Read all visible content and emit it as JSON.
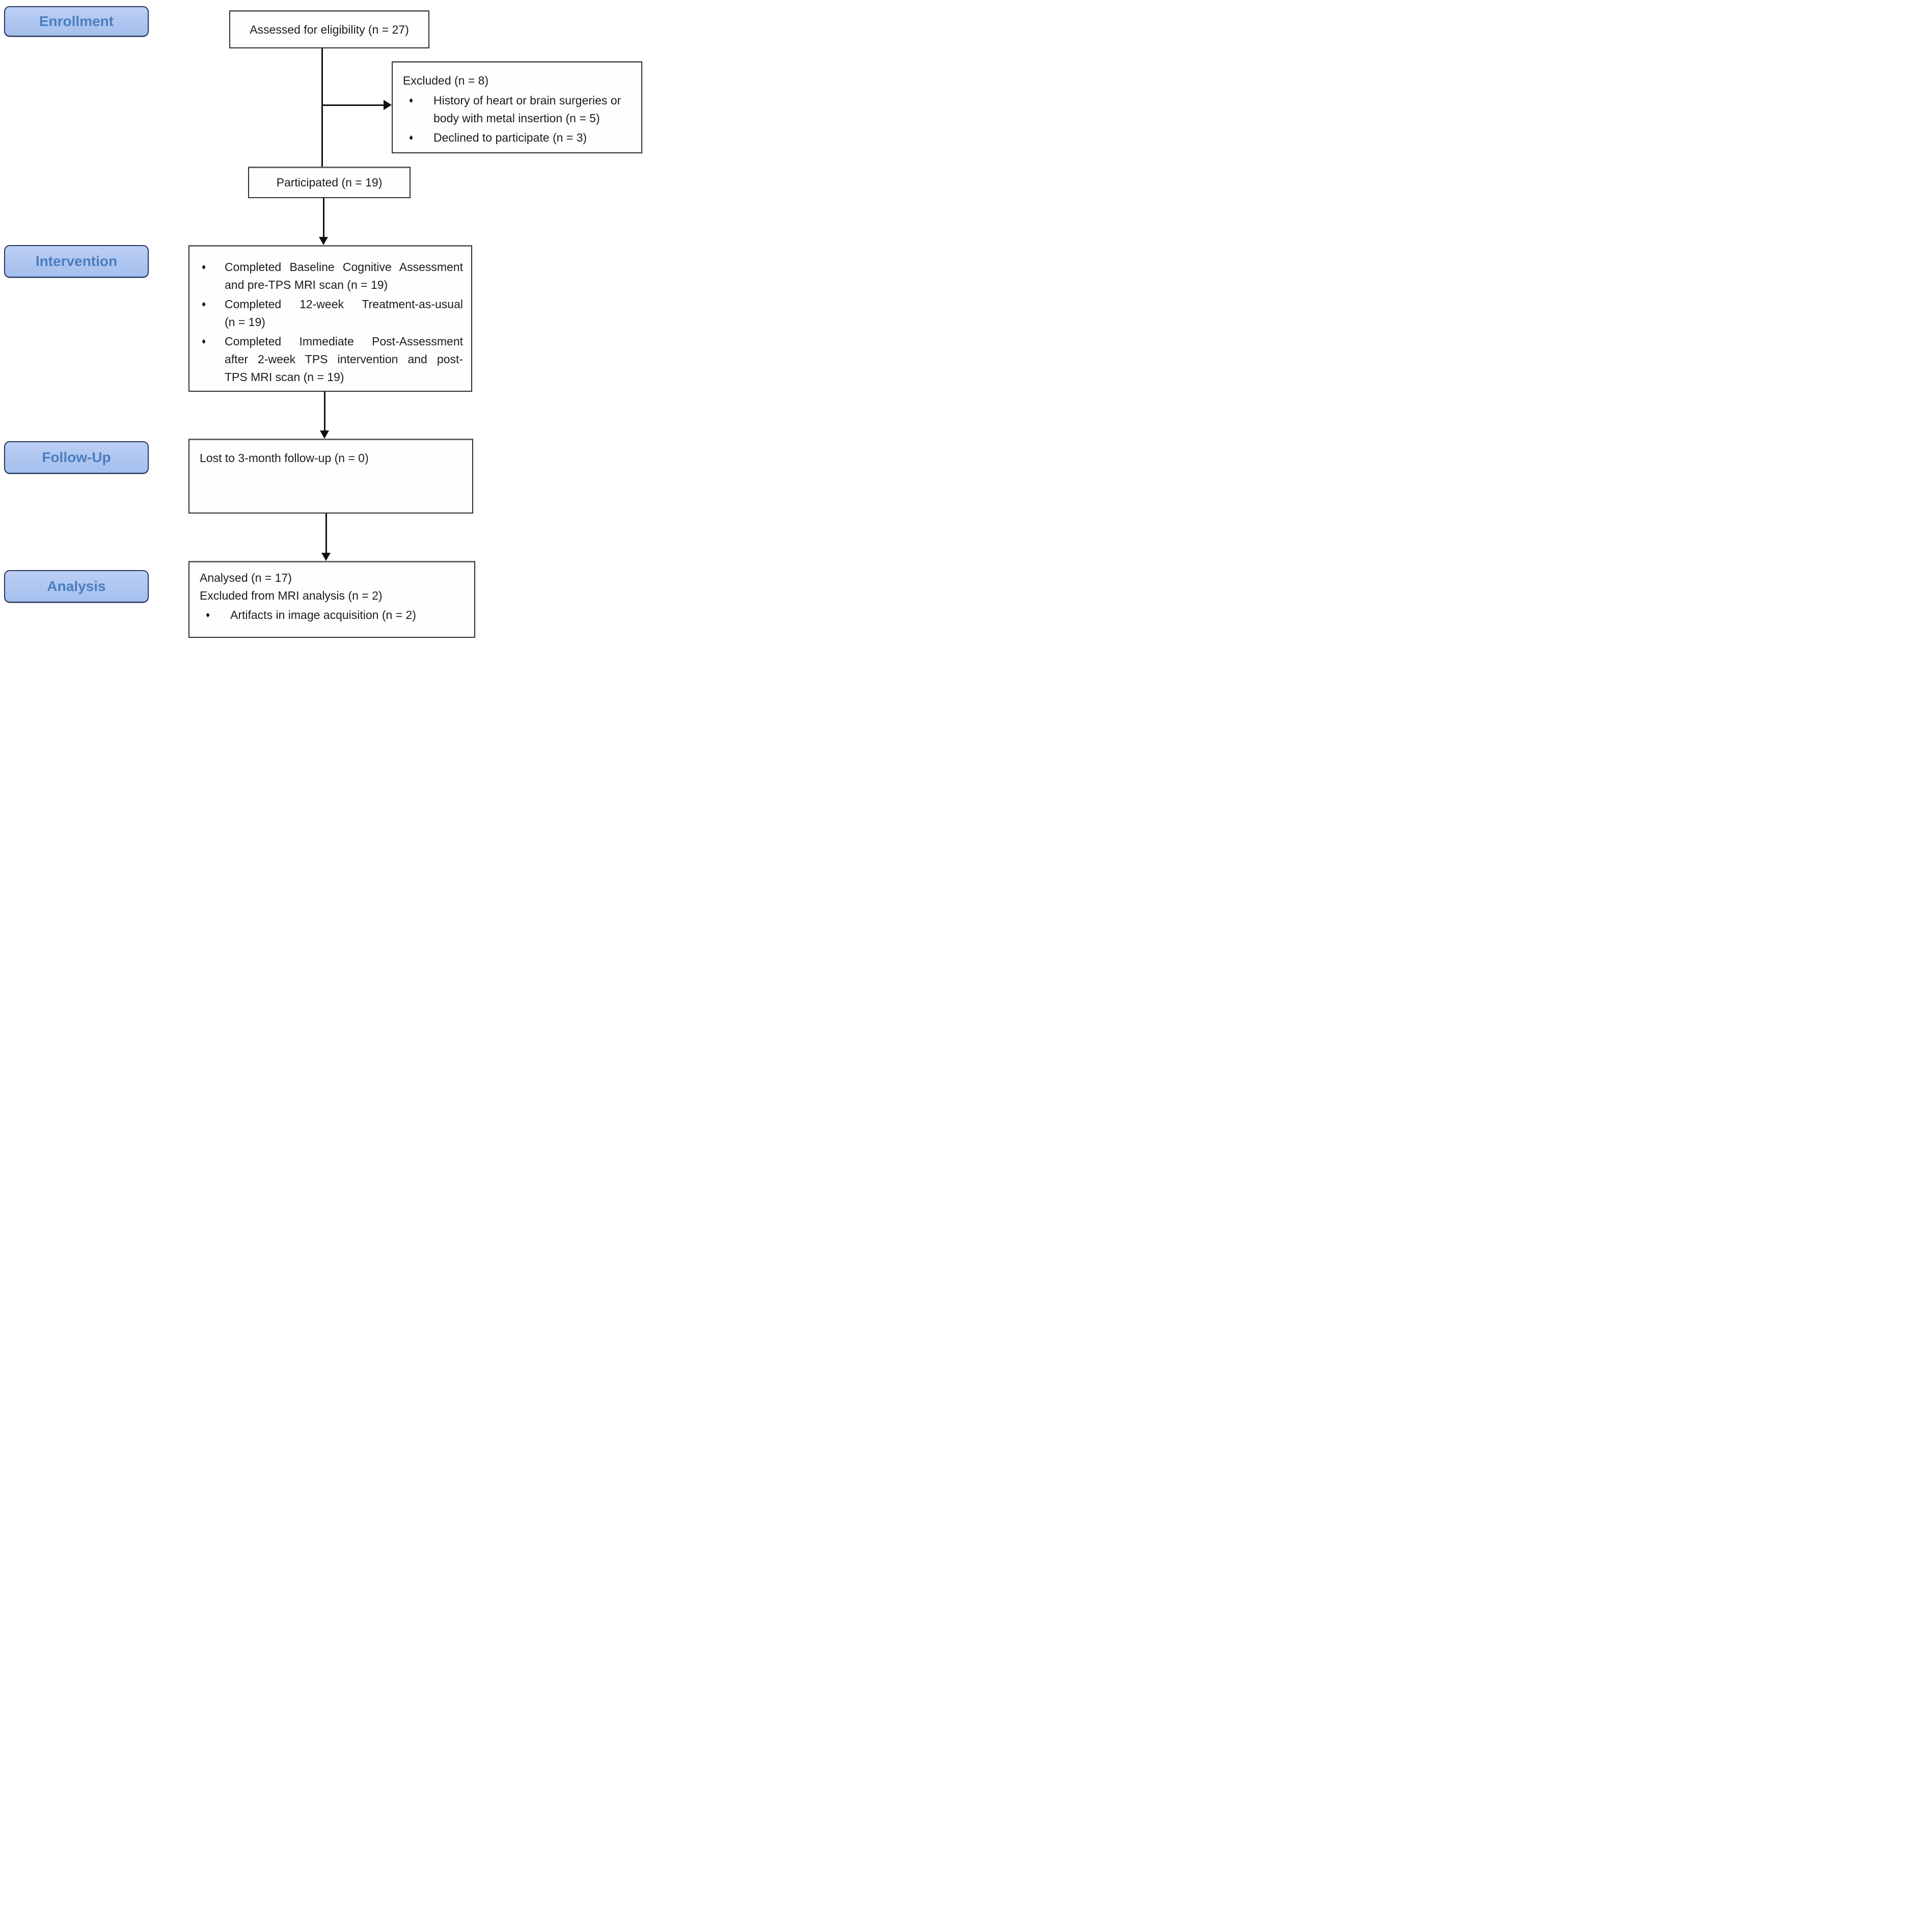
{
  "bullet_glyph": "♦",
  "colors": {
    "stage_fill": "#aec6f0",
    "stage_border": "#24365e",
    "stage_text": "#4a7dbf",
    "box_border": "#2e2e2e",
    "arrow": "#111111",
    "background": "#ffffff"
  },
  "stages": {
    "enrollment": "Enrollment",
    "intervention": "Intervention",
    "followup": "Follow-Up",
    "analysis": "Analysis"
  },
  "boxes": {
    "assessed": {
      "text": "Assessed for eligibility (n = 27)"
    },
    "excluded": {
      "title": "Excluded (n = 8)",
      "bullets": [
        {
          "lines": [
            "History of heart or brain surgeries or",
            "body with metal insertion (n = 5)"
          ],
          "justify": false
        },
        {
          "lines": [
            "Declined to participate (n = 3)"
          ],
          "justify": false
        }
      ]
    },
    "participated": {
      "text": "Participated (n = 19)"
    },
    "intervention": {
      "bullets": [
        {
          "lines": [
            "Completed Baseline Cognitive Assessment",
            "and pre-TPS MRI scan (n = 19)"
          ],
          "justify": true
        },
        {
          "lines": [
            "Completed  12-week  Treatment-as-usual",
            "(n = 19)"
          ],
          "justify": true
        },
        {
          "lines": [
            "Completed  Immediate  Post-Assessment",
            "after 2-week TPS intervention and post-",
            "TPS MRI scan (n = 19)"
          ],
          "justify": true
        }
      ]
    },
    "followup": {
      "text": "Lost to 3-month follow-up (n = 0)"
    },
    "analysis": {
      "plain_lines": [
        "Analysed (n = 17)",
        "Excluded from MRI analysis (n = 2)"
      ],
      "bullets": [
        {
          "lines": [
            "Artifacts in image acquisition (n = 2)"
          ],
          "justify": false
        }
      ]
    }
  }
}
